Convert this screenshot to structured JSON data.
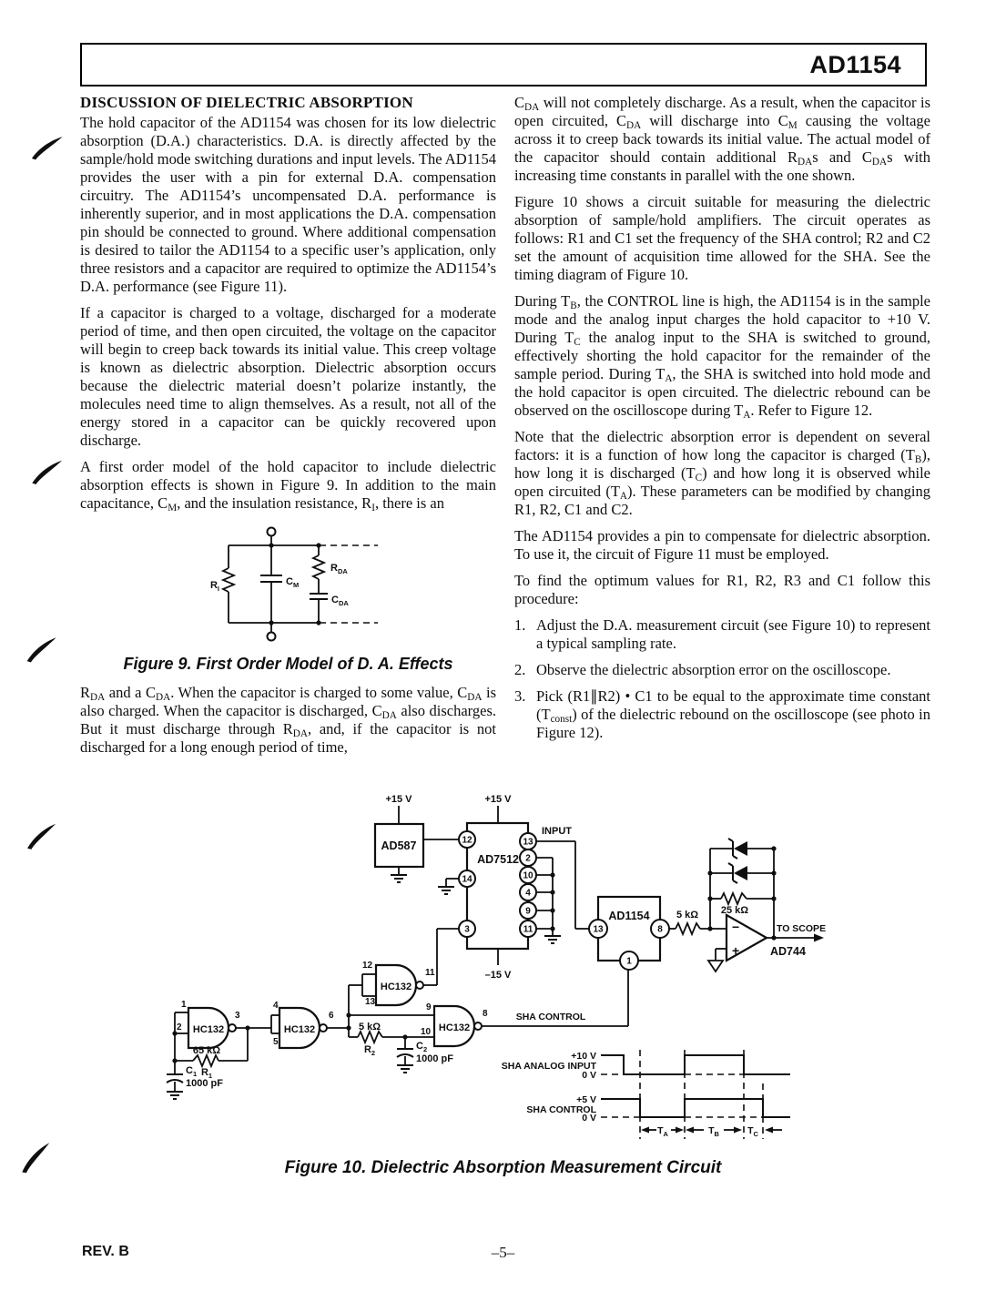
{
  "header": {
    "title": "AD1154"
  },
  "footer": {
    "rev": "REV. B",
    "page": "–5–"
  },
  "left": {
    "heading": "DISCUSSION OF DIELECTRIC ABSORPTION",
    "para1": "The hold capacitor of the AD1154 was chosen for its low dielectric absorption (D.A.) characteristics. D.A. is directly affected by the sample/hold mode switching durations and input levels. The AD1154 provides the user with a pin for external D.A. compensation circuitry. The AD1154’s uncompensated D.A. performance is inherently superior, and in most applications the D.A. compensation pin should be connected to ground. Where additional compensation is desired to tailor the AD1154 to a specific user’s application, only three resistors and a capacitor are required to optimize the AD1154’s D.A. performance (see Figure 11).",
    "para2": "If a capacitor is charged to a voltage, discharged for a moderate period of time, and then open circuited, the voltage on the capacitor will begin to creep back towards its initial value. This creep voltage is known as dielectric absorption. Dielectric absorption occurs because the dielectric material doesn’t polarize instantly, the molecules need time to align themselves. As a result, not all of the energy stored in a capacitor can be quickly recovered upon discharge.",
    "para3": "A first order model of the hold capacitor to include dielectric absorption effects is shown in Figure 9. In addition to the main capacitance, C<sub>M</sub>, and the insulation resistance, R<sub>I</sub>, there is an",
    "fig9_caption": "Figure 9.  First Order Model of D. A. Effects",
    "para4": "R<sub>DA</sub> and a C<sub>DA</sub>. When the capacitor is charged to some value, C<sub>DA</sub> is also charged. When the capacitor is discharged, C<sub>DA</sub> also discharges. But it must discharge through R<sub>DA</sub>, and, if the capacitor is not discharged for a long enough period of time,"
  },
  "right": {
    "para1": "C<sub>DA</sub> will not completely discharge. As a result, when the capacitor is open circuited, C<sub>DA</sub> will discharge into C<sub>M</sub> causing the voltage across it to creep back towards its initial value. The actual model of the capacitor should contain additional R<sub>DA</sub>s and C<sub>DA</sub>s with increasing time constants in parallel with the one shown.",
    "para2": "Figure 10 shows a circuit suitable for measuring the dielectric absorption of sample/hold amplifiers. The circuit operates as follows: R1 and C1 set the frequency of the SHA control; R2 and C2 set the amount of acquisition time allowed for the SHA. See the timing diagram of Figure 10.",
    "para3": "During T<sub>B</sub>, the CONTROL line is high, the AD1154 is in the sample mode and the analog input charges the hold capacitor to +10 V. During T<sub>C</sub> the analog input to the SHA is switched to ground, effectively shorting the hold capacitor for the remainder of the sample period. During T<sub>A</sub>, the SHA is switched into hold mode and the hold capacitor is open circuited. The dielectric rebound can be observed on the oscilloscope during T<sub>A</sub>. Refer to Figure 12.",
    "para4": "Note that the dielectric absorption error is dependent on several factors: it is a function of how long the capacitor is charged (T<sub>B</sub>), how long it is discharged (T<sub>C</sub>) and how long it is observed while open circuited (T<sub>A</sub>). These parameters can be modified by changing R1, R2, C1 and C2.",
    "para5": "The AD1154 provides a pin to compensate for dielectric absorption. To use it, the circuit of Figure 11 must be employed.",
    "para6": "To find the optimum values for R1, R2, R3 and C1 follow this procedure:",
    "list": [
      {
        "num": "1.",
        "text": "Adjust the D.A. measurement circuit (see Figure 10) to represent a typical sampling rate."
      },
      {
        "num": "2.",
        "text": "Observe the dielectric absorption error on the oscilloscope."
      },
      {
        "num": "3.",
        "text": "Pick (R1∥R2) • C1 to be equal to the approximate time constant (T<sub>const</sub>) of the dielectric rebound on the oscilloscope (see photo in Figure 12)."
      }
    ]
  },
  "fig9": {
    "ri": [
      "R",
      "I"
    ],
    "cm": [
      "C",
      "M"
    ],
    "rda": [
      "R",
      "DA"
    ],
    "cda": [
      "C",
      "DA"
    ]
  },
  "fig10": {
    "caption": "Figure 10.  Dielectric Absorption Measurement Circuit",
    "plus15": "+15 V",
    "minus15": "–15 V",
    "input": "INPUT",
    "ad587": "AD587",
    "ad7512": "AD7512",
    "ad1154": "AD1154",
    "ad744": "AD744",
    "hc132": "HC132",
    "r5k": "5 kΩ",
    "r25k": "25 kΩ",
    "r65k": "65 kΩ",
    "c1000": "1000 pF",
    "to_scope": "TO SCOPE",
    "sha_control": "SHA CONTROL",
    "sha_analog_input": "SHA ANALOG INPUT",
    "v10": "+10 V",
    "v5": "+5 V",
    "v0": "0 V",
    "minus": "−",
    "plus": "+",
    "r1": [
      "R",
      "1"
    ],
    "r2": [
      "R",
      "2"
    ],
    "c1": [
      "C",
      "1"
    ],
    "c2": [
      "C",
      "2"
    ],
    "ta": [
      "T",
      "A"
    ],
    "tb": [
      "T",
      "B"
    ],
    "tc": [
      "T",
      "C"
    ],
    "pins": {
      "n1": "1",
      "n2": "2",
      "n3": "3",
      "n4": "4",
      "n5": "5",
      "n6": "6",
      "n8": "8",
      "n9": "9",
      "n10": "10",
      "n11": "11",
      "n12": "12",
      "n13": "13",
      "n14": "14"
    }
  }
}
